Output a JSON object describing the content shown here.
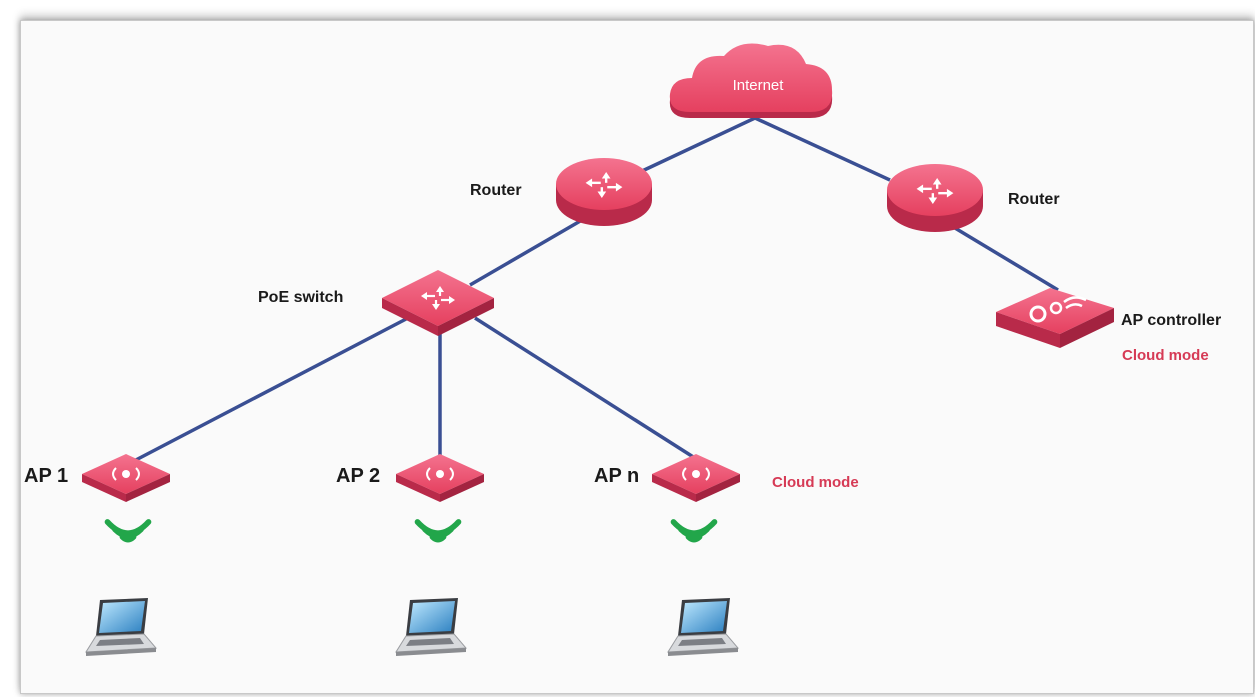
{
  "nodes": {
    "internet": "Internet",
    "router_left": "Router",
    "router_right": "Router",
    "poe_switch": "PoE switch",
    "ap_controller": "AP controller",
    "ap_controller_mode": "Cloud mode",
    "ap1": "AP 1",
    "ap2": "AP 2",
    "apn": "AP n",
    "ap_mode": "Cloud mode"
  },
  "colors": {
    "device": "#e9486b",
    "device_dark": "#b92a4a",
    "link": "#3a4f93",
    "wifi": "#22a64a",
    "accent_text": "#d63a55"
  }
}
